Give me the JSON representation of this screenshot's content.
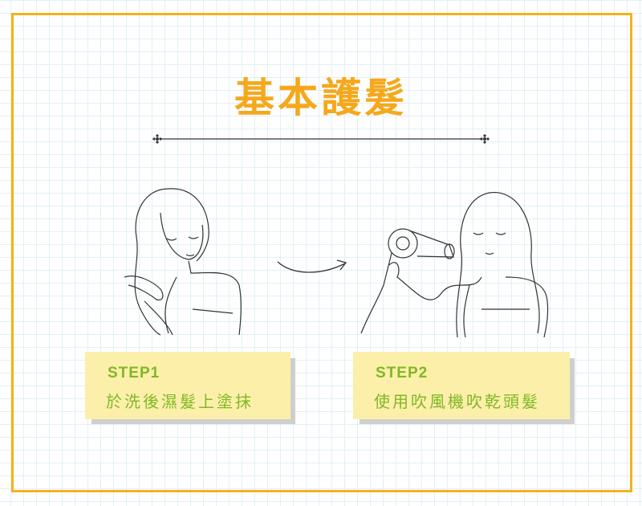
{
  "title": "基本護髮",
  "steps": [
    {
      "label": "STEP1",
      "text": "於洗後濕髮上塗抹"
    },
    {
      "label": "STEP2",
      "text": "使用吹風機吹乾頭髮"
    }
  ],
  "colors": {
    "border": "#f5b21a",
    "title": "#f5a81c",
    "step": "#80b828",
    "note": "#fcefa9"
  }
}
